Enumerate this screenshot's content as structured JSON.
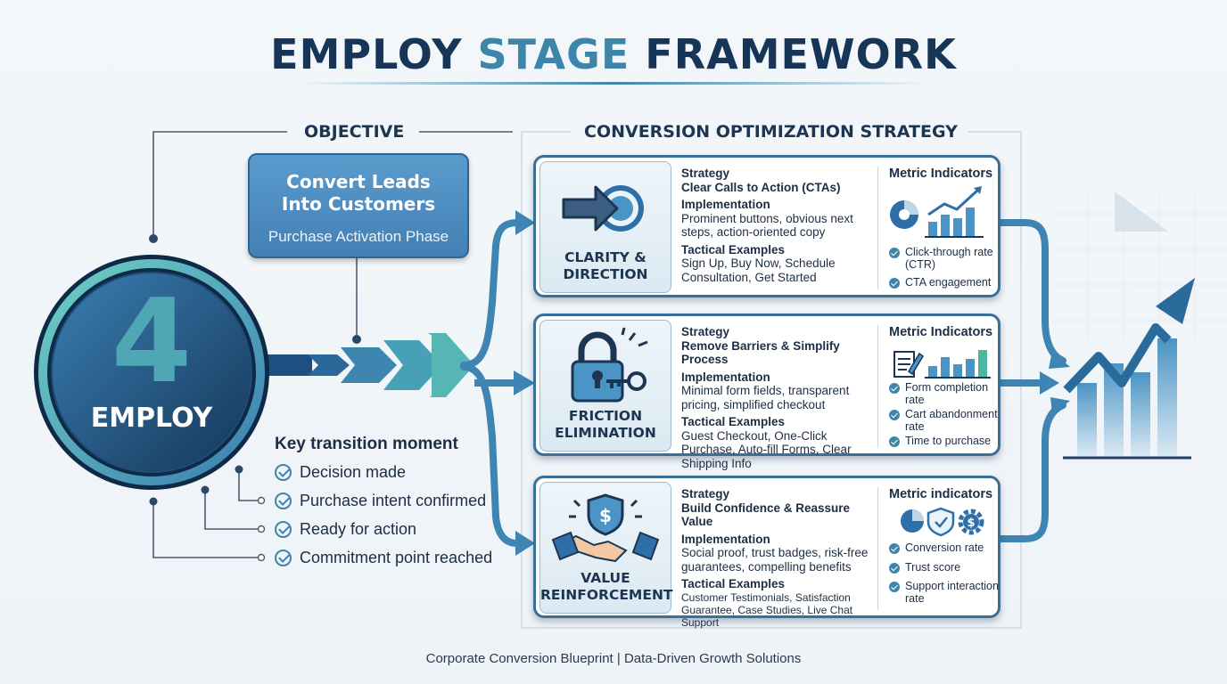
{
  "title": {
    "part1": "EMPLOY ",
    "accent": "STAGE",
    "part2": " FRAMEWORK"
  },
  "objective": {
    "heading": "OBJECTIVE",
    "main_line1": "Convert Leads",
    "main_line2": "Into Customers",
    "sub": "Purchase Activation Phase"
  },
  "stage": {
    "number": "4",
    "label": "EMPLOY"
  },
  "key_transition": {
    "title": "Key transition moment",
    "items": [
      "Decision made",
      "Purchase intent confirmed",
      "Ready for action",
      "Commitment point reached"
    ]
  },
  "strategy_heading": "CONVERSION OPTIMIZATION STRATEGY",
  "cards": [
    {
      "label_line1": "CLARITY &",
      "label_line2": "DIRECTION",
      "icon": "arrow-target-icon",
      "strategy_heading": "Strategy",
      "strategy": "Clear Calls to Action (CTAs)",
      "implementation_heading": "Implementation",
      "implementation": "Prominent buttons, obvious next steps, action-oriented copy",
      "tactical_heading": "Tactical Examples",
      "tactical": "Sign Up, Buy Now, Schedule Consultation, Get Started",
      "metric_heading": "Metric Indicators",
      "metric_icons": [
        "pie-chart-icon",
        "bar-chart-trend-icon"
      ],
      "metrics": [
        "Click-through rate (CTR)",
        "CTA engagement"
      ]
    },
    {
      "label_line1": "FRICTION",
      "label_line2": "ELIMINATION",
      "icon": "padlock-key-icon",
      "strategy_heading": "Strategy",
      "strategy": "Remove Barriers & Simplify Process",
      "implementation_heading": "Implementation",
      "implementation": "Minimal form fields, transparent pricing, simplified checkout",
      "tactical_heading": "Tactical Examples",
      "tactical": "Guest Checkout, One-Click Purchase, Auto-fill Forms, Clear Shipping Info",
      "metric_heading": "Metric Indicators",
      "metric_icons": [
        "form-edit-icon",
        "bar-chart-icon"
      ],
      "metrics": [
        "Form completion rate",
        "Cart abandonment rate",
        "Time to purchase"
      ]
    },
    {
      "label_line1": "VALUE",
      "label_line2": "REINFORCEMENT",
      "icon": "handshake-shield-icon",
      "strategy_heading": "Strategy",
      "strategy": "Build Confidence & Reassure Value",
      "implementation_heading": "Implementation",
      "implementation": "Social proof, trust badges, risk-free guarantees, compelling benefits",
      "tactical_heading": "Tactical Examples",
      "tactical": "Customer Testimonials, Satisfaction Guarantee, Case Studies, Live Chat Support",
      "metric_heading": "Metric indicators",
      "metric_icons": [
        "pie-chart-icon",
        "shield-check-icon",
        "gear-dollar-icon"
      ],
      "metrics": [
        "Conversion rate",
        "Trust score",
        "Support interaction rate"
      ]
    }
  ],
  "growth_icon": "growth-chart-arrow-icon",
  "footer": "Corporate Conversion Blueprint | Data-Driven Growth Solutions",
  "colors": {
    "navy": "#173556",
    "teal": "#3d86a9",
    "accent_green": "#4fa7b5",
    "card_border": "#3a6f98"
  }
}
